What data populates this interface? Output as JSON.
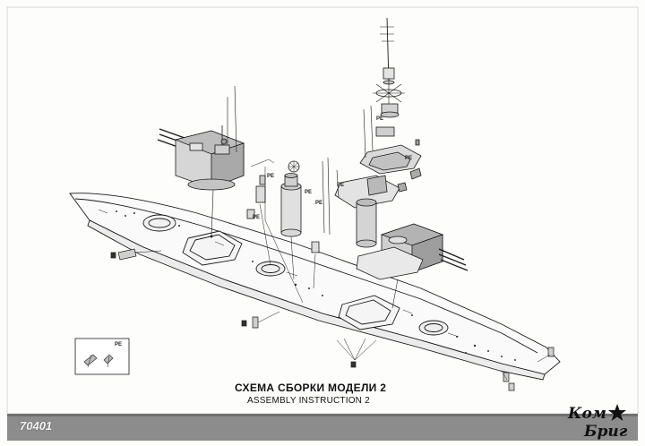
{
  "title": {
    "russian": "СХЕМА СБОРКИ МОДЕЛИ 2",
    "english": "ASSEMBLY INSTRUCTION 2"
  },
  "kit_code": "70401",
  "brand": {
    "line1": "Ком",
    "line2": "Бриг"
  },
  "part_labels": {
    "pe": "PE",
    "inset_pe": "PE"
  },
  "colors": {
    "line": "#1a1a1a",
    "tone": "#9a9a9a",
    "bottom_band": "#8c8c8c"
  }
}
